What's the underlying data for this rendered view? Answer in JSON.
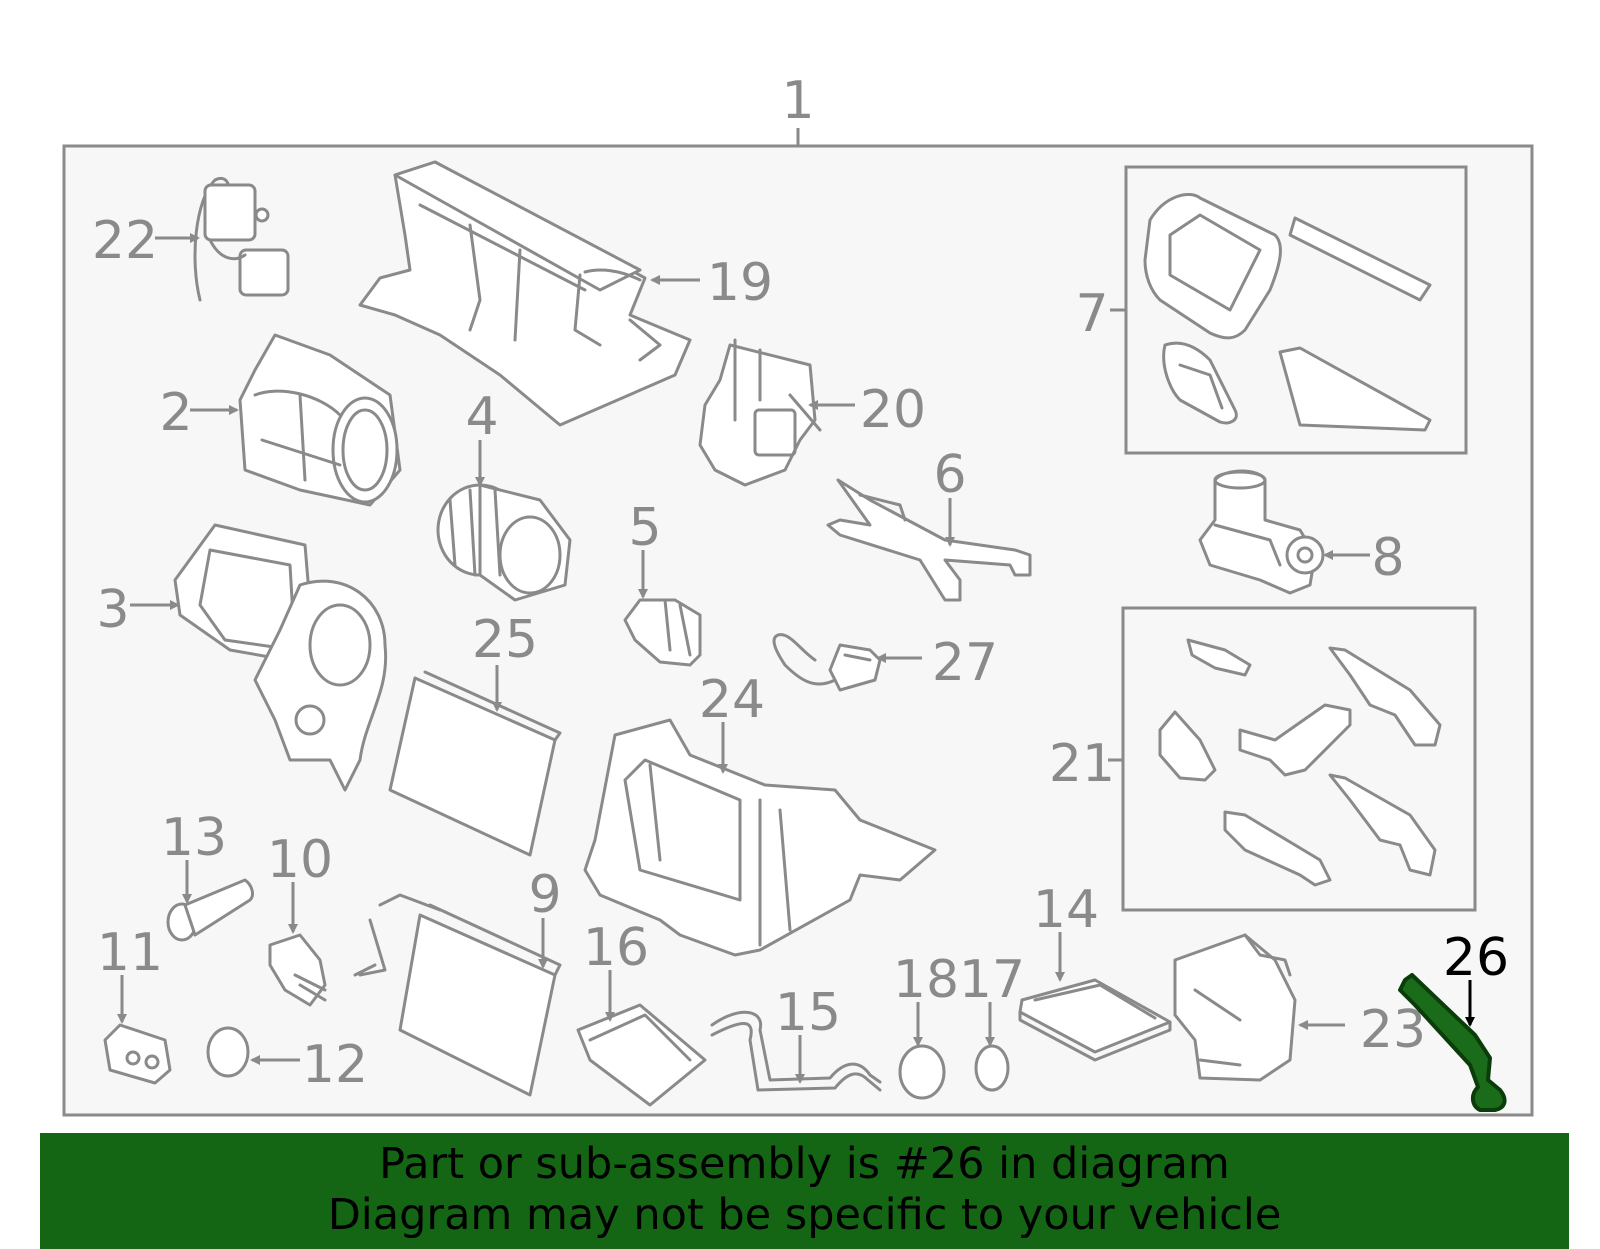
{
  "diagram": {
    "assembly_label": "1",
    "highlighted_label": "26",
    "labels": [
      "1",
      "2",
      "3",
      "4",
      "5",
      "6",
      "7",
      "8",
      "9",
      "10",
      "11",
      "12",
      "13",
      "14",
      "15",
      "16",
      "17",
      "18",
      "19",
      "20",
      "21",
      "22",
      "23",
      "24",
      "25",
      "26",
      "27"
    ],
    "colors": {
      "part_stroke": "#8a8a8a",
      "highlight_fill": "#1a6b1a",
      "banner_bg": "#146614"
    }
  },
  "banner": {
    "line1": "Part or sub-assembly is #26 in diagram",
    "line2": "Diagram may not be specific to your vehicle"
  }
}
